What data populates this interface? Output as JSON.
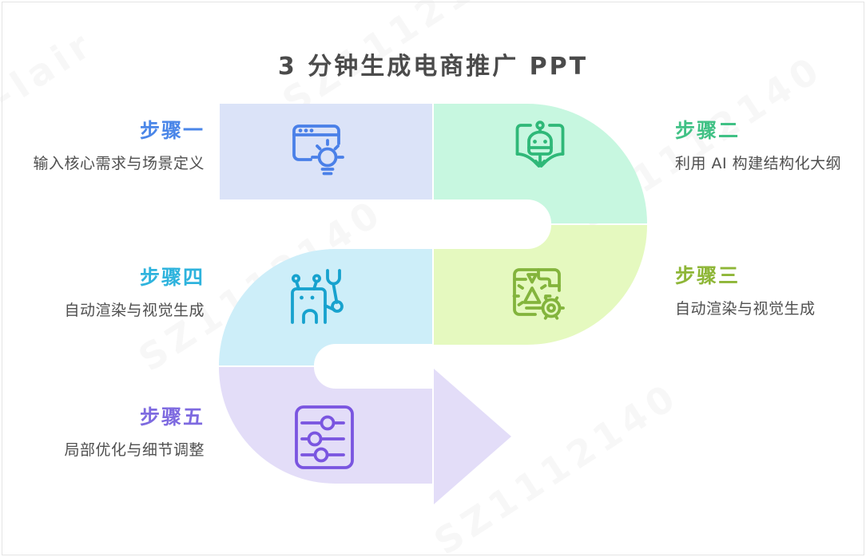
{
  "title": "3 分钟生成电商推广 PPT",
  "watermark": {
    "text1": "SZ1112140",
    "text2": "-lair"
  },
  "steps": [
    {
      "label": "步骤一",
      "desc": "输入核心需求与场景定义",
      "label_color": "#4a86e8",
      "block_color": "#dbe3f8",
      "icon_color": "#4a80e8",
      "icon": "browser-lightbulb-icon"
    },
    {
      "label": "步骤二",
      "desc": "利用 AI 构建结构化大纲",
      "label_color": "#40c185",
      "block_color": "#c7f7e0",
      "icon_color": "#2fb878",
      "icon": "book-robot-icon"
    },
    {
      "label": "步骤三",
      "desc": "自动渲染与视觉生成",
      "label_color": "#8eb637",
      "block_color": "#e5f9bf",
      "icon_color": "#83b43c",
      "icon": "render-gear-icon"
    },
    {
      "label": "步骤四",
      "desc": "自动渲染与视觉生成",
      "label_color": "#2eb3dd",
      "block_color": "#cdeef9",
      "icon_color": "#17a2ce",
      "icon": "robot-wrench-icon"
    },
    {
      "label": "步骤五",
      "desc": "局部优化与细节调整",
      "label_color": "#7e6ae0",
      "block_color": "#e3ddf8",
      "icon_color": "#7a55e0",
      "icon": "sliders-icon"
    }
  ]
}
